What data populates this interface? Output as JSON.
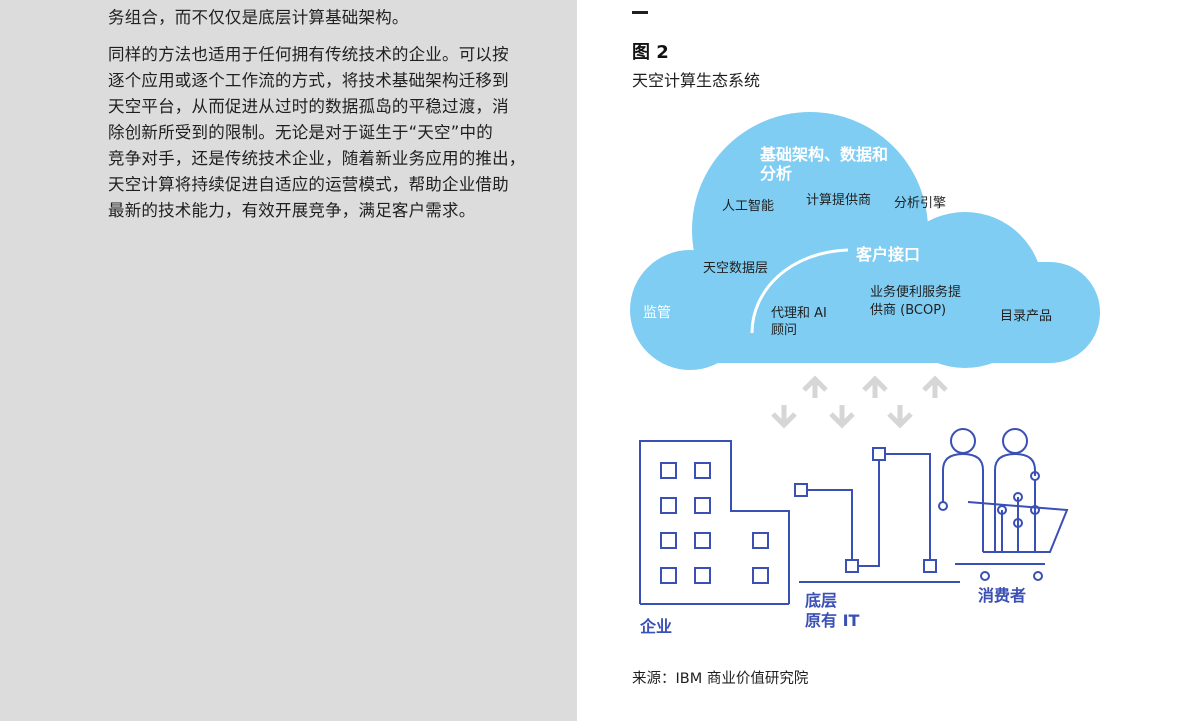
{
  "left_column": {
    "paragraph1": [
      "务组合，而不仅仅是底层计算基础架构。"
    ],
    "paragraph2": [
      "同样的方法也适用于任何拥有传统技术的企业。可以按",
      "逐个应用或逐个工作流的方式，将技术基础架构迁移到",
      "天空平台，从而促进从过时的数据孤岛的平稳过渡，消",
      "除创新所受到的限制。无论是对于诞生于“天空”中的",
      "竞争对手，还是传统技术企业，随着新业务应用的推出，",
      "天空计算将持续促进自适应的运营模式，帮助企业借助",
      "最新的技术能力，有效开展竞争，满足客户需求。"
    ]
  },
  "figure": {
    "label": "图 2",
    "title": "天空计算生态系统",
    "source": "来源：IBM 商业价值研究院",
    "cloud": {
      "heading_line1": "基础架构、数据和",
      "heading_line2": "分析",
      "ai": "人工智能",
      "compute": "计算提供商",
      "analytics": "分析引擎",
      "data_layer": "天空数据层",
      "customer_interface": "客户接口",
      "regulation": "监管",
      "agents_line1": "代理和 AI",
      "agents_line2": "顾问",
      "bcop_line1": "业务便利服务提",
      "bcop_line2": "供商 (BCOP)",
      "catalog": "目录产品"
    },
    "ground": {
      "enterprise": "企业",
      "legacy_line1": "底层",
      "legacy_line2": "原有 IT",
      "consumers": "消费者"
    },
    "colors": {
      "cloud": "#7fcdf2",
      "line": "#3a50b4",
      "cloud_heading": "#ffffff",
      "arrows": "#d6d6d6",
      "left_panel": "#dcdcdc"
    }
  }
}
